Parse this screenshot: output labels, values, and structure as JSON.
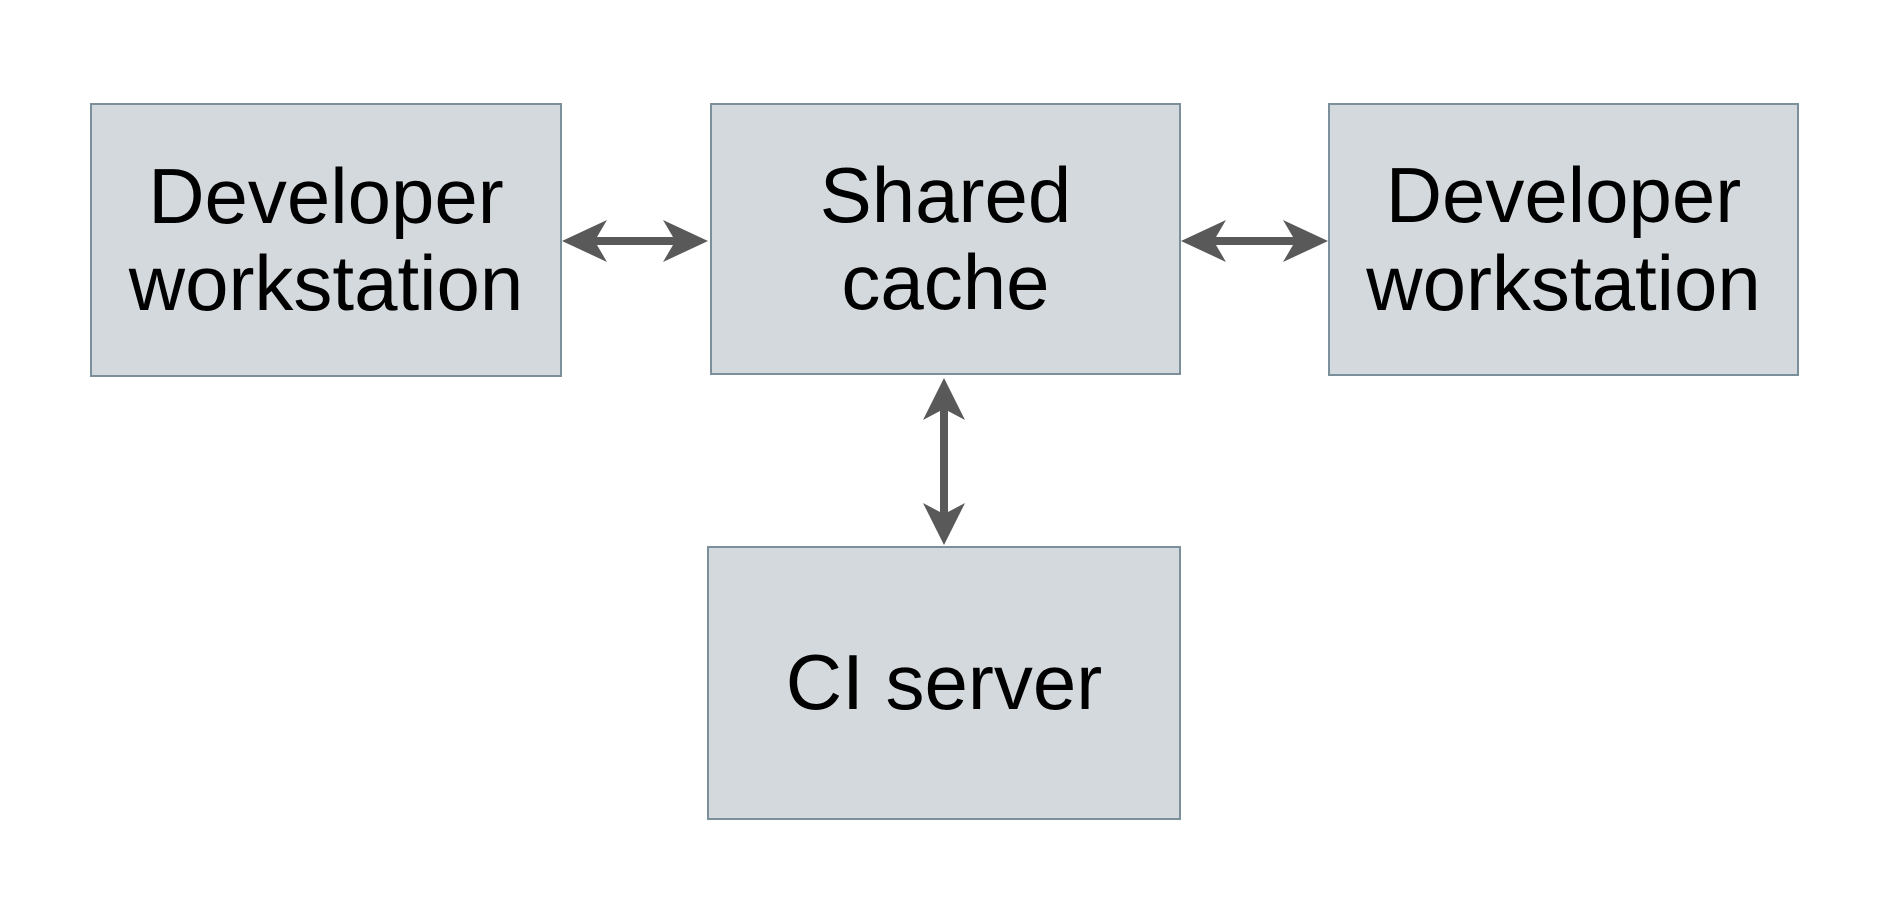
{
  "diagram": {
    "colors": {
      "background": "#ffffff",
      "node_fill": "#d3d9dc",
      "node_border": "#7b909b",
      "arrow_color": "#595959",
      "text_color": "#000000"
    },
    "nodes": [
      {
        "id": "developer-workstation-left",
        "label": "Developer\nworkstation"
      },
      {
        "id": "shared-cache",
        "label": "Shared\ncache"
      },
      {
        "id": "developer-workstation-right",
        "label": "Developer\nworkstation"
      },
      {
        "id": "ci-server",
        "label": "CI server"
      }
    ],
    "edges": [
      {
        "from": "developer-workstation-left",
        "to": "shared-cache",
        "direction": "bidirectional"
      },
      {
        "from": "shared-cache",
        "to": "developer-workstation-right",
        "direction": "bidirectional"
      },
      {
        "from": "shared-cache",
        "to": "ci-server",
        "direction": "bidirectional"
      }
    ]
  }
}
